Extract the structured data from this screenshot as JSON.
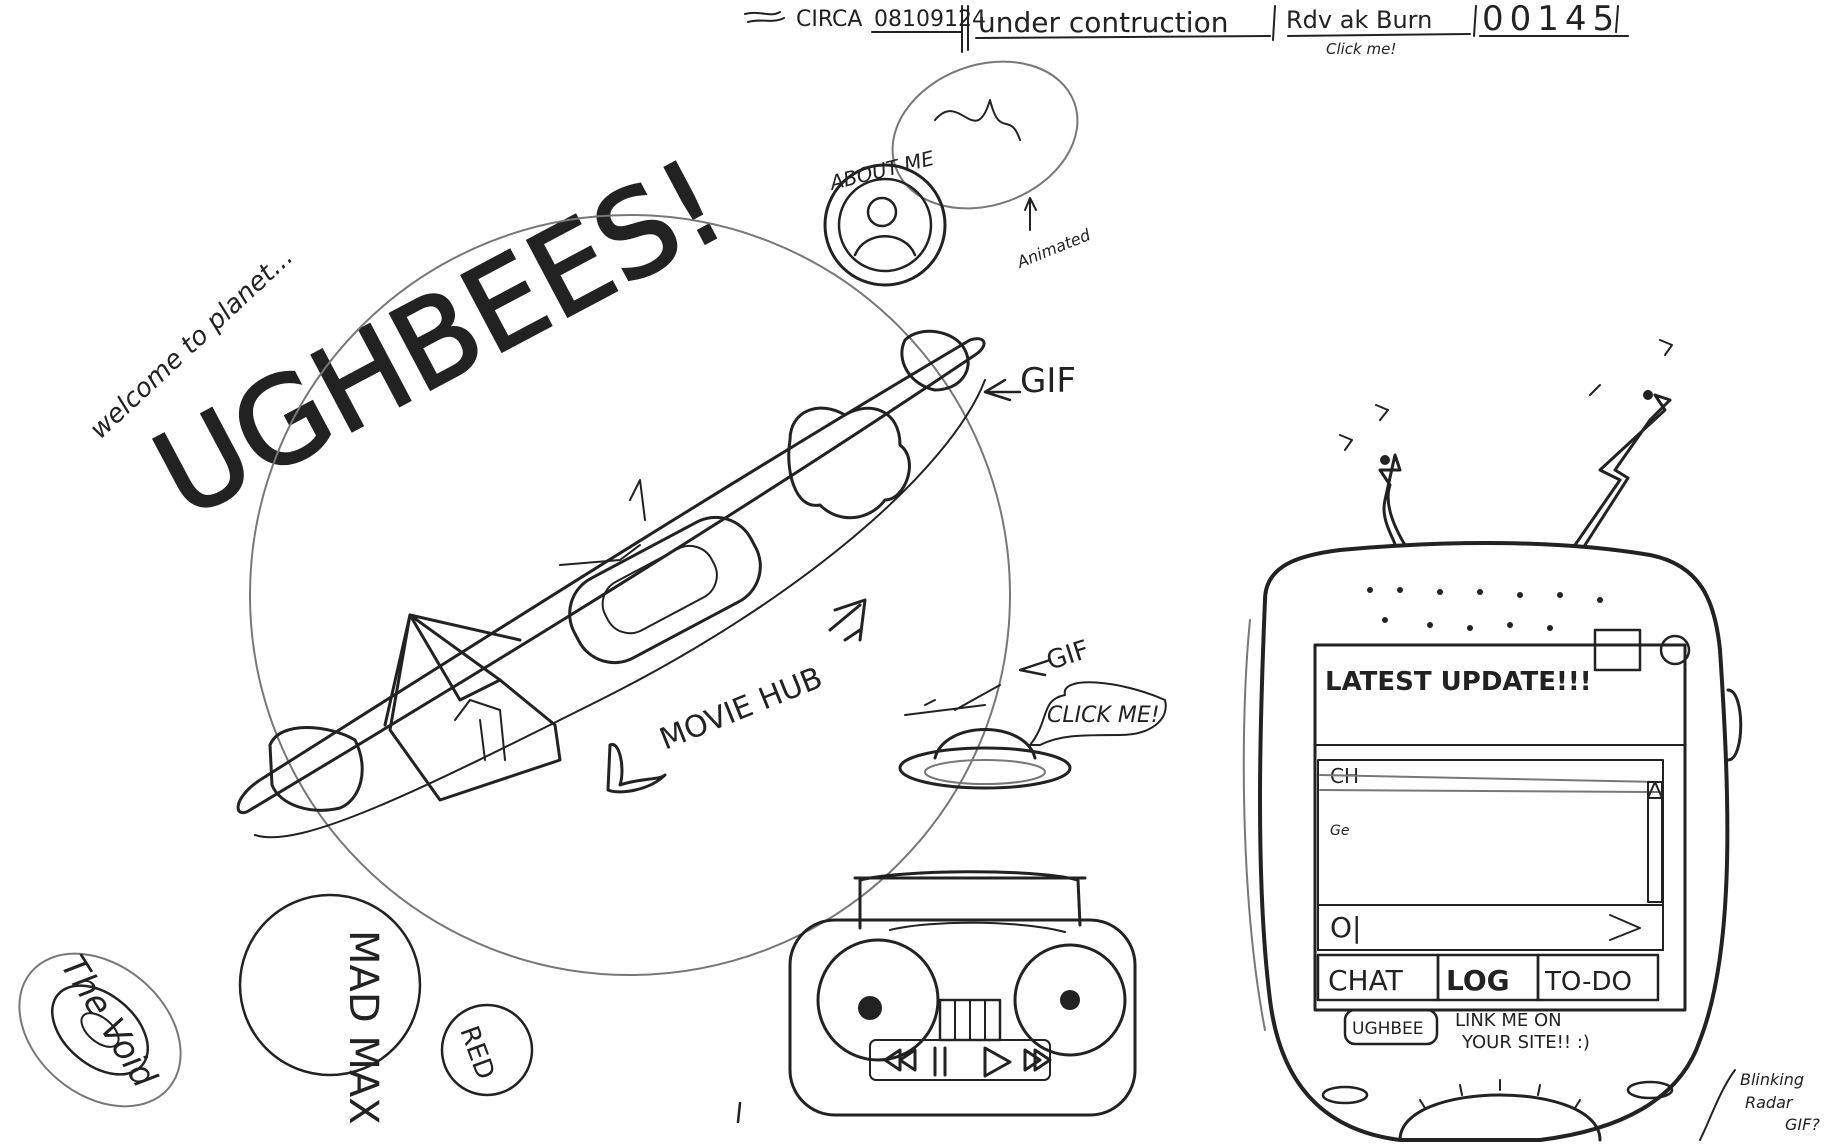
{
  "header": {
    "brand": "CIRCA",
    "date": "08109124",
    "status": "under contruction",
    "random_link": "Rdv ak Burn",
    "counter": "00145",
    "click_hint": "Click me!"
  },
  "planet": {
    "welcome": "welcome to planet...",
    "title": "UGHBEES!",
    "gif_label": "GIF",
    "movie_hub_label": "MOVIE HUB"
  },
  "about": {
    "label": "ABOUT ME",
    "animated_note": "Animated"
  },
  "ufo": {
    "gif_label": "GIF",
    "bubble": "CLICK ME!"
  },
  "side_links": {
    "void": "The Void",
    "mad_max": "MAD MAX",
    "red": "RED"
  },
  "device": {
    "latest_update": "LATEST UPDATE!!!",
    "chat_header": "CH",
    "chat_line": "Ge",
    "input_prefix": "O|",
    "tabs": [
      "CHAT",
      "LOG",
      "TO-DO"
    ],
    "badge": "UGHBEE",
    "link_me_line1": "LINK ME ON",
    "link_me_line2": "YOUR SITE!! :)",
    "radar_note_1": "Blinking",
    "radar_note_2": "Radar",
    "radar_note_3": "GIF?"
  },
  "colors": {
    "ink": "#222222",
    "faint": "#777777"
  }
}
